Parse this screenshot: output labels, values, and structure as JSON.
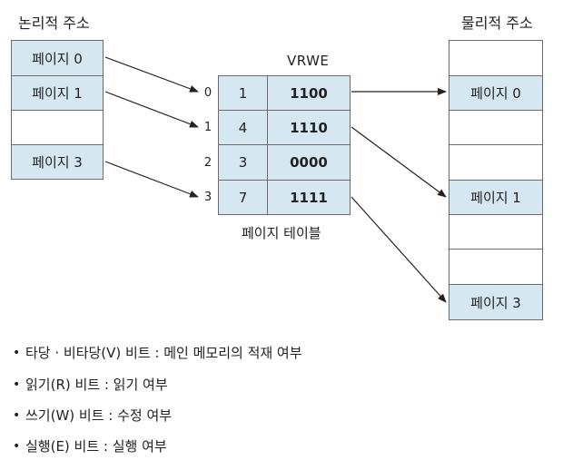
{
  "logical": {
    "title": "논리적 주소",
    "rows": [
      "페이지 0",
      "페이지 1",
      "",
      "페이지 3"
    ]
  },
  "physical": {
    "title": "물리적 주소",
    "rows": [
      "",
      "페이지 0",
      "",
      "",
      "페이지 1",
      "",
      "",
      "페이지 3"
    ]
  },
  "page_table": {
    "header": "VRWE",
    "indices": [
      "0",
      "1",
      "2",
      "3"
    ],
    "frames": [
      "1",
      "4",
      "3",
      "7"
    ],
    "bits": [
      "1100",
      "1110",
      "0000",
      "1111"
    ],
    "caption": "페이지 테이블"
  },
  "legend": [
    "타당 · 비타당(V) 비트 : 메인 메모리의 적재 여부",
    "읽기(R) 비트 : 읽기 여부",
    "쓰기(W) 비트 : 수정 여부",
    "실행(E) 비트 : 실행 여부"
  ],
  "colors": {
    "fill": "#d5e8f2",
    "border": "#6b6b6b",
    "arrow": "#222222"
  }
}
